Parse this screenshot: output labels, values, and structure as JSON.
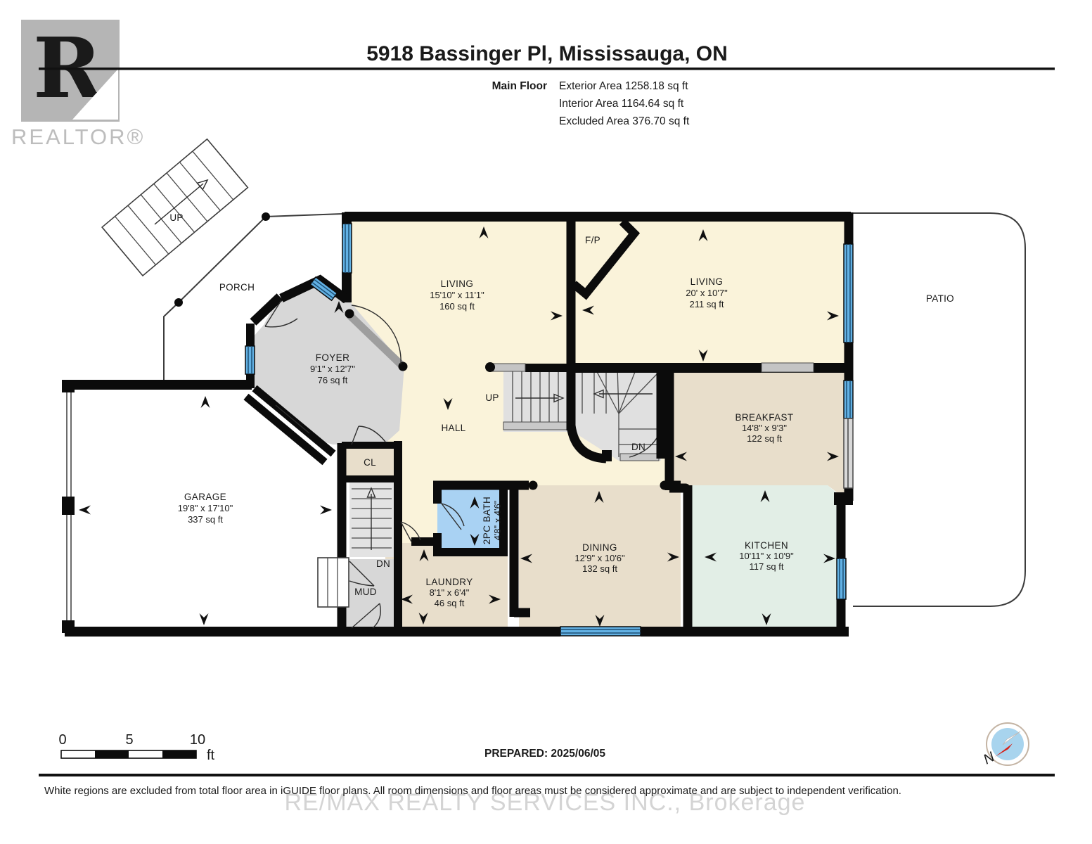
{
  "header": {
    "title": "5918 Bassinger Pl, Mississauga, ON",
    "floor_label": "Main Floor",
    "area_lines": [
      "Exterior Area 1258.18 sq ft",
      "Interior Area 1164.64 sq ft",
      "Excluded Area 376.70 sq ft"
    ]
  },
  "branding": {
    "realtor_letter": "R",
    "realtor_text": "REALTOR®",
    "watermark": "RE/MAX REALTY SERVICES INC., Brokerage"
  },
  "rooms": {
    "living1": {
      "name": "LIVING",
      "dims": "15'10\" x 11'1\"",
      "area": "160 sq ft"
    },
    "living2": {
      "name": "LIVING",
      "dims": "20' x 10'7\"",
      "area": "211 sq ft"
    },
    "foyer": {
      "name": "FOYER",
      "dims": "9'1\" x 12'7\"",
      "area": "76 sq ft"
    },
    "garage": {
      "name": "GARAGE",
      "dims": "19'8\" x 17'10\"",
      "area": "337 sq ft"
    },
    "breakfast": {
      "name": "BREAKFAST",
      "dims": "14'8\" x 9'3\"",
      "area": "122 sq ft"
    },
    "kitchen": {
      "name": "KITCHEN",
      "dims": "10'11\" x 10'9\"",
      "area": "117 sq ft"
    },
    "dining": {
      "name": "DINING",
      "dims": "12'9\" x 10'6\"",
      "area": "132 sq ft"
    },
    "laundry": {
      "name": "LAUNDRY",
      "dims": "8'1\" x 6'4\"",
      "area": "46 sq ft"
    },
    "bath": {
      "name": "2PC BATH",
      "dims": "4'8\" x 4'6\""
    },
    "hall": {
      "name": "HALL"
    },
    "mud": {
      "name": "MUD"
    },
    "cl": {
      "name": "CL"
    },
    "fp": {
      "name": "F/P"
    },
    "porch": {
      "name": "PORCH"
    },
    "patio": {
      "name": "PATIO"
    }
  },
  "stairs": {
    "up_porch": "UP",
    "up_main": "UP",
    "dn_main": "DN",
    "dn_mud": "DN"
  },
  "scale_bar": {
    "ticks": [
      "0",
      "5",
      "10"
    ],
    "unit": "ft"
  },
  "prepared_label": "PREPARED: 2025/06/05",
  "compass": {
    "north_label": "N"
  },
  "disclaimer": "White regions are excluded from total floor area in iGUIDE floor plans. All room dimensions and floor areas must be considered approximate and are subject to independent verification.",
  "colors": {
    "floor_cream": "#faf3da",
    "floor_tan": "#e8decb",
    "floor_mint": "#e2eee6",
    "floor_bath_blue": "#a9d2f3",
    "floor_gray": "#d7d7d7",
    "window_blue": "#62b1e4",
    "door_gray": "#a8a8a8",
    "wall_black": "#0b0b0b",
    "compass_blue": "#a8d4ee",
    "compass_red": "#d62118"
  }
}
